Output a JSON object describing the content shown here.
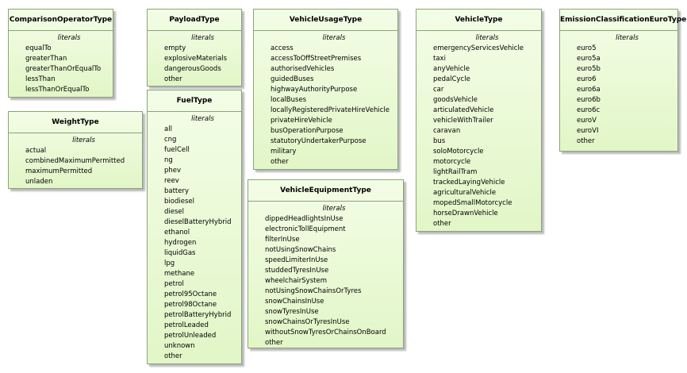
{
  "diagram": {
    "stereotype_label": "literals",
    "classes": {
      "comparison_operator_type": {
        "title": "ComparisonOperatorType",
        "literals": [
          "equalTo",
          "greaterThan",
          "greaterThanOrEqualTo",
          "lessThan",
          "lessThanOrEqualTo"
        ]
      },
      "weight_type": {
        "title": "WeightType",
        "literals": [
          "actual",
          "combinedMaximumPermitted",
          "maximumPermitted",
          "unladen"
        ]
      },
      "payload_type": {
        "title": "PayloadType",
        "literals": [
          "empty",
          "explosiveMaterials",
          "dangerousGoods",
          "other"
        ]
      },
      "fuel_type": {
        "title": "FuelType",
        "literals": [
          "all",
          "cng",
          "fuelCell",
          "ng",
          "phev",
          "reev",
          "battery",
          "biodiesel",
          "diesel",
          "dieselBatteryHybrid",
          "ethanol",
          "hydrogen",
          "liquidGas",
          "lpg",
          "methane",
          "petrol",
          "petrol95Octane",
          "petrol98Octane",
          "petrolBatteryHybrid",
          "petrolLeaded",
          "petrolUnleaded",
          "unknown",
          "other"
        ]
      },
      "vehicle_usage_type": {
        "title": "VehicleUsageType",
        "literals": [
          "access",
          "accessToOffStreetPremises",
          "authorisedVehicles",
          "guidedBuses",
          "highwayAuthorityPurpose",
          "localBuses",
          "locallyRegisteredPrivateHireVehicle",
          "privateHireVehicle",
          "busOperationPurpose",
          "statutoryUndertakerPurpose",
          "military",
          "other"
        ]
      },
      "vehicle_equipment_type": {
        "title": "VehicleEquipmentType",
        "literals": [
          "dippedHeadlightsInUse",
          "electronicTollEquipment",
          "filterInUse",
          "notUsingSnowChains",
          "speedLimiterInUse",
          "studdedTyresInUse",
          "wheelchairSystem",
          "notUsingSnowChainsOrTyres",
          "snowChainsInUse",
          "snowTyresInUse",
          "snowChainsOrTyresInUse",
          "withoutSnowTyresOrChainsOnBoard",
          "other"
        ]
      },
      "vehicle_type": {
        "title": "VehicleType",
        "literals": [
          "emergencyServicesVehicle",
          "taxi",
          "anyVehicle",
          "pedalCycle",
          "car",
          "goodsVehicle",
          "articulatedVehicle",
          "vehicleWithTrailer",
          "caravan",
          "bus",
          "soloMotorcycle",
          "motorcycle",
          "lightRailTram",
          "trackedLayingVehicle",
          "agriculturalVehicle",
          "mopedSmallMotorcycle",
          "horseDrawnVehicle",
          "other"
        ]
      },
      "emission_classification_euro_type": {
        "title": "EmissionClassificationEuroType",
        "literals": [
          "euro5",
          "euro5a",
          "euro5b",
          "euro6",
          "euro6a",
          "euro6b",
          "euro6c",
          "euroV",
          "euroVI",
          "other"
        ]
      }
    }
  }
}
